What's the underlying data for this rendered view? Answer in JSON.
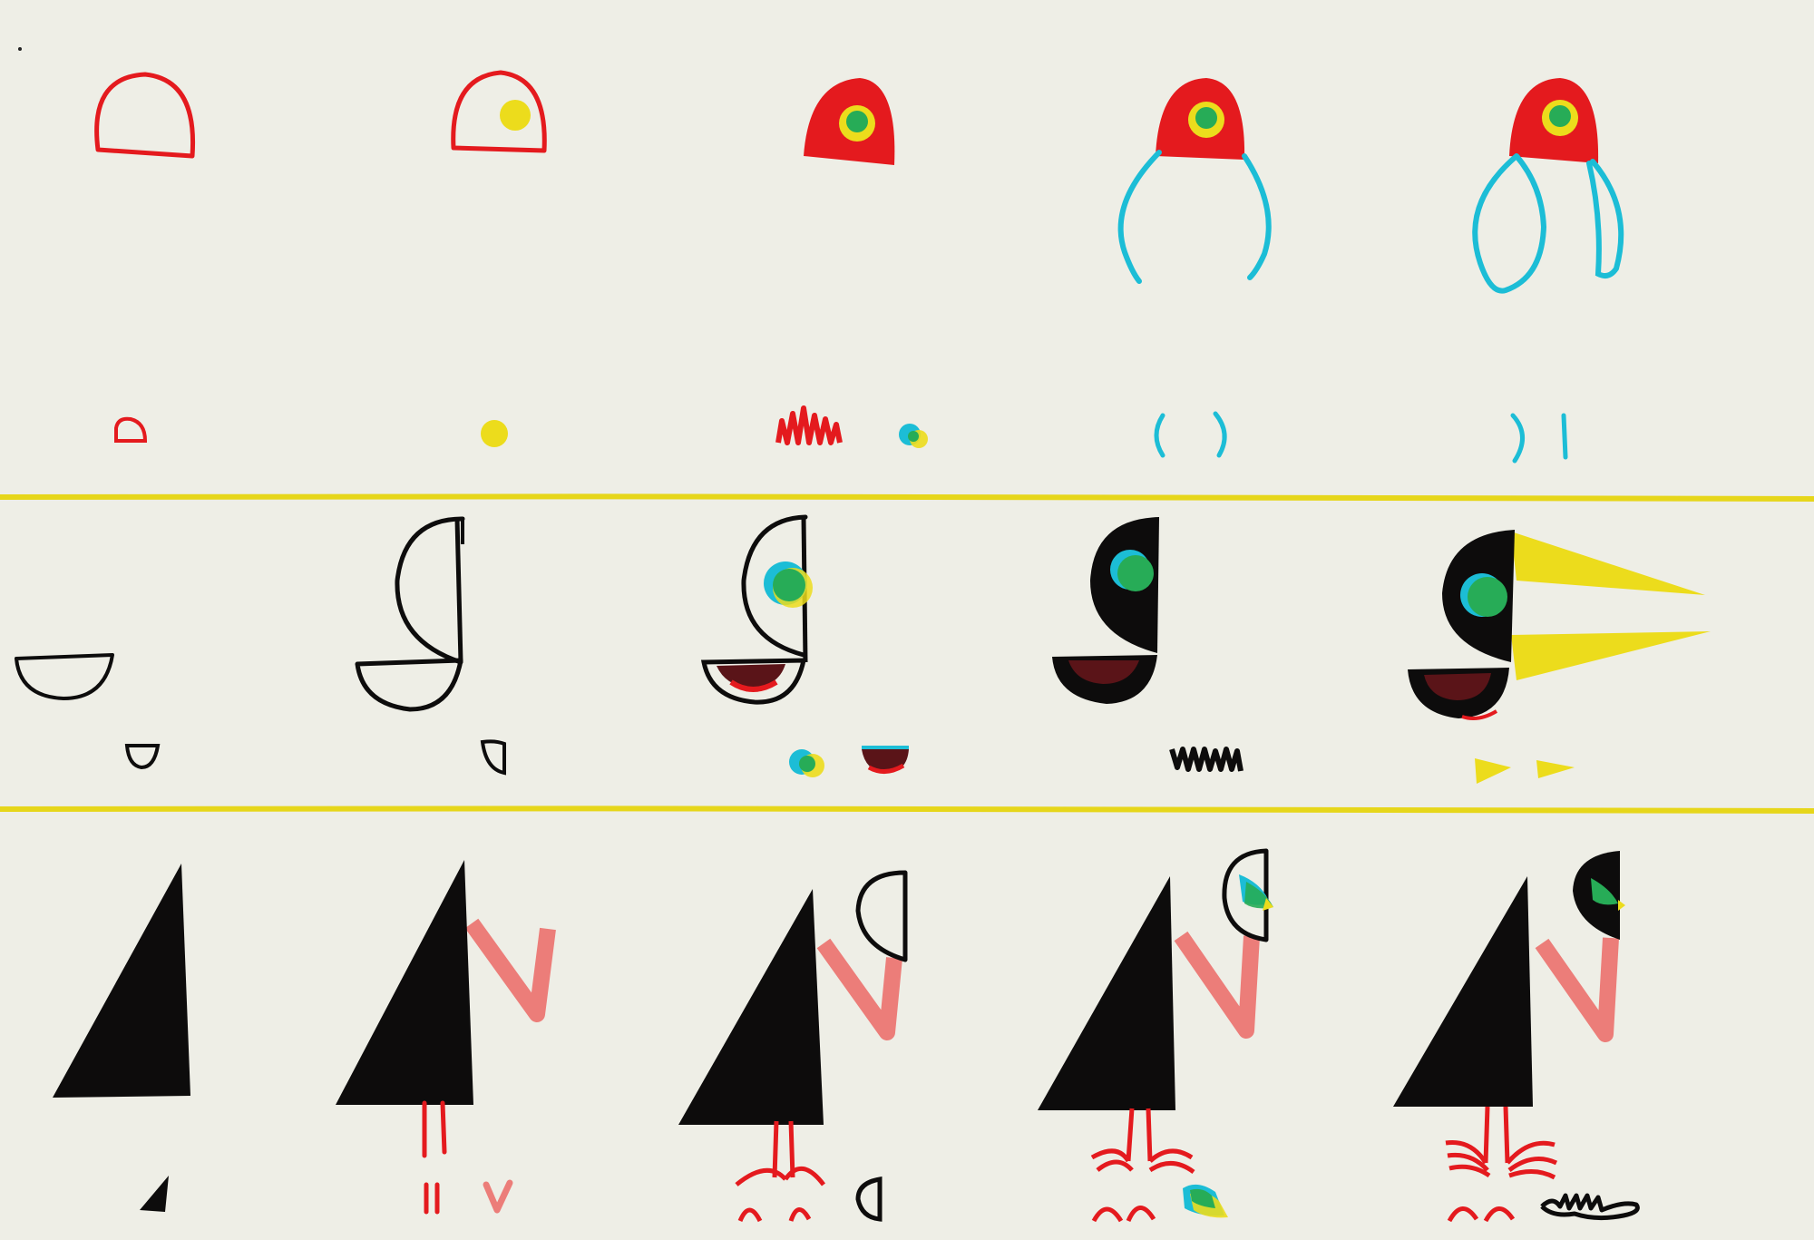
{
  "palette": {
    "paper": "#eeeee6",
    "red": "#e41a1e",
    "yellow": "#ecdc1c",
    "cyan": "#1cbdd6",
    "green": "#27ac57",
    "black": "#0d0c0c",
    "pink": "#ec7d79",
    "maroon": "#5a1418",
    "divider": "#e6d61a"
  },
  "rows": [
    {
      "subject": "parrot-head",
      "steps": 5
    },
    {
      "subject": "toucan-head",
      "steps": 5
    },
    {
      "subject": "bird-body",
      "steps": 5
    }
  ],
  "icons": [
    "half-circle-outline-icon",
    "eye-dot-icon",
    "scribble-icon",
    "bracket-strokes-icon",
    "triangle-beak-icon",
    "triangle-body-icon",
    "leg-strokes-icon",
    "foot-arcs-icon"
  ]
}
